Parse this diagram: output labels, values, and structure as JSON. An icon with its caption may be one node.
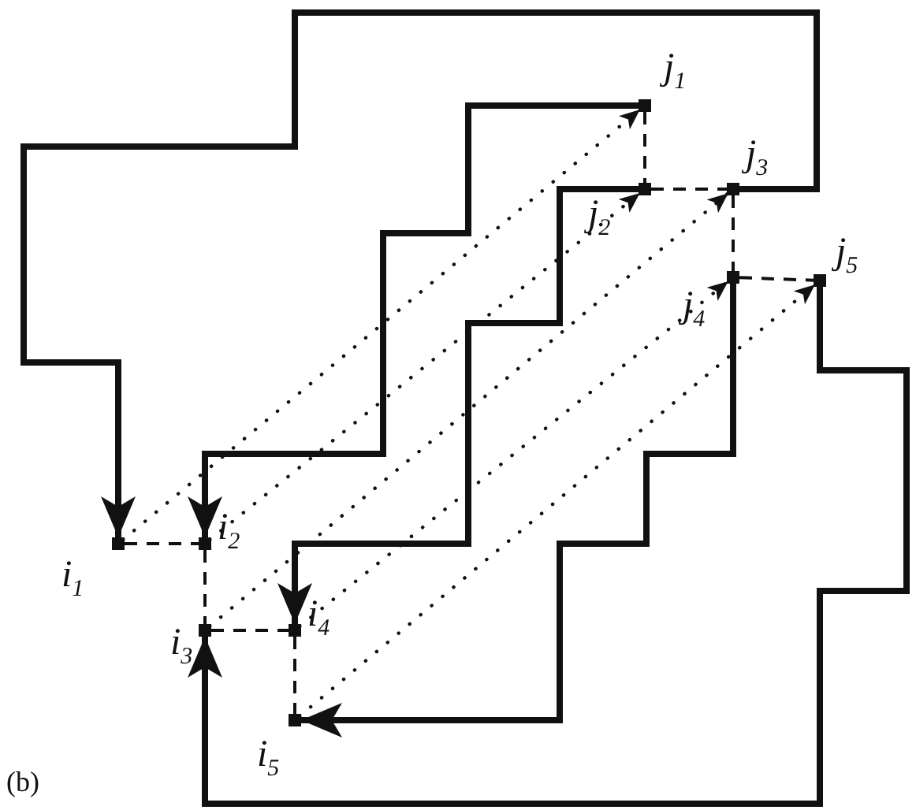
{
  "diagram": {
    "nodes": [
      {
        "text": [
          "i$_{1}$"
        ]
      },
      {
        "text": [
          "i$_{2}$"
        ]
      },
      {
        "text": [
          "i$_{3}$"
        ]
      },
      {
        "text": [
          "i$_{4}$"
        ]
      },
      {
        "text": [
          "i$_{5}$"
        ]
      },
      {
        "text": [
          "j$_{1}$"
        ]
      },
      {
        "text": [
          "j$_{2}$"
        ]
      },
      {
        "text": [
          "j$_{3}$"
        ]
      },
      {
        "text": [
          "j$_{4}$"
        ]
      },
      {
        "text": [
          "j$_{5}$"
        ]
      }
    ],
    "edges": [
      {
        "from": 0,
        "to": 5,
        "arrow": "to",
        "style": "dashed"
      },
      {
        "from": 1,
        "to": 6,
        "arrow": "to",
        "style": "dashed"
      },
      {
        "from": 2,
        "to": 7,
        "arrow": "to",
        "style": "dashed"
      },
      {
        "from": 3,
        "to": 8,
        "arrow": "to",
        "style": "dashed"
      },
      {
        "from": 4,
        "to": 9,
        "arrow": "to",
        "style": "dashed"
      },
      {
        "from": 0,
        "to": 1,
        "arrow": "none",
        "style": "dashed"
      },
      {
        "from": 1,
        "to": 2,
        "arrow": "none",
        "style": "dashed"
      },
      {
        "from": 2,
        "to": 3,
        "arrow": "none",
        "style": "dashed"
      },
      {
        "from": 3,
        "to": 4,
        "arrow": "none",
        "style": "dashed"
      },
      {
        "from": 5,
        "to": 6,
        "arrow": "none",
        "style": "dashed"
      },
      {
        "from": 6,
        "to": 7,
        "arrow": "none",
        "style": "dashed"
      },
      {
        "from": 7,
        "to": 8,
        "arrow": "none",
        "style": "dashed"
      },
      {
        "from": 8,
        "to": 9,
        "arrow": "none",
        "style": "dashed"
      },
      {
        "from": 5,
        "to": 1,
        "arrow": "to",
        "style": "thick"
      },
      {
        "from": 6,
        "to": 3,
        "arrow": "to",
        "style": "thick"
      },
      {
        "from": 7,
        "to": 0,
        "arrow": "to",
        "style": "thick"
      },
      {
        "from": 8,
        "to": 4,
        "arrow": "to",
        "style": "thick"
      },
      {
        "from": 9,
        "to": 2,
        "arrow": "to",
        "style": "thick"
      }
    ],
    "labels": [
      "(b)"
    ]
  }
}
